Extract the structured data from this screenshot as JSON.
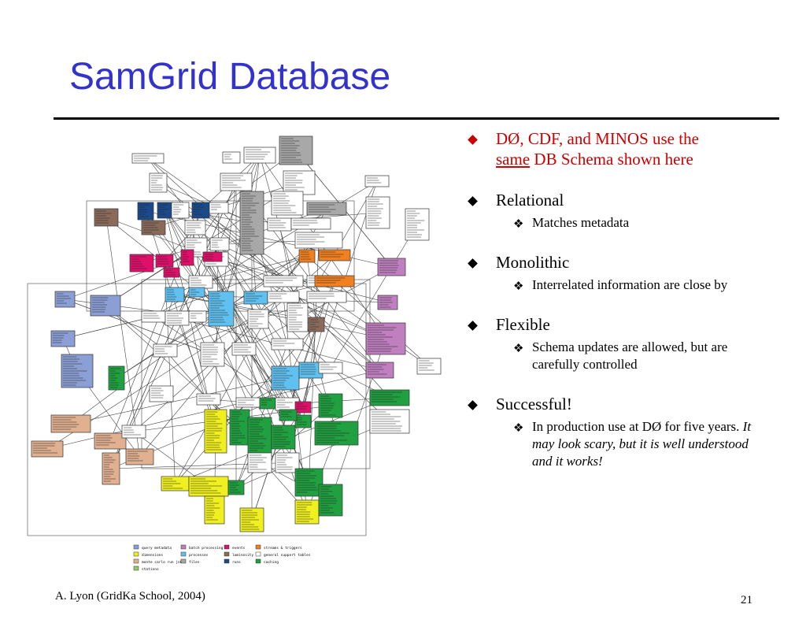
{
  "slide": {
    "title": "SamGrid Database",
    "footer": "A. Lyon (GridKa School, 2004)",
    "page_number": "21"
  },
  "bullets": {
    "b1": {
      "part1": "DØ, CDF, and MINOS use the",
      "underlined": "same",
      "part2": " DB Schema shown here"
    },
    "b2": {
      "text": "Relational",
      "sub": "Matches metadata"
    },
    "b3": {
      "text": "Monolithic",
      "sub": "Interrelated information are close by"
    },
    "b4": {
      "text": "Flexible",
      "sub": "Schema updates are allowed, but are carefully controlled"
    },
    "b5": {
      "text": "Successful!",
      "sub_plain": "In production use at DØ for five years. ",
      "sub_italic": "It may look scary, but it is well understood and it works!"
    }
  },
  "legend": {
    "items": [
      {
        "label": "query metadata",
        "color": "#8b9fd4"
      },
      {
        "label": "dimensions",
        "color": "#f0f020"
      },
      {
        "label": "monte carlo run job",
        "color": "#e0b090"
      },
      {
        "label": "stations",
        "color": "#90cc60"
      },
      {
        "label": "batch processing",
        "color": "#c080c0"
      },
      {
        "label": "processes",
        "color": "#60c0f0"
      },
      {
        "label": "files",
        "color": "#a8a8a8"
      },
      {
        "label": "events",
        "color": "#e0106a"
      },
      {
        "label": "luminosity",
        "color": "#8a6a5a"
      },
      {
        "label": "runs",
        "color": "#1a4a8a"
      },
      {
        "label": "streams & triggers",
        "color": "#f08020"
      },
      {
        "label": "general support tables",
        "color": "#ffffff"
      },
      {
        "label": "caching",
        "color": "#20a040"
      }
    ]
  },
  "colors": {
    "title": "#3333cc",
    "highlight": "#cc0000"
  }
}
